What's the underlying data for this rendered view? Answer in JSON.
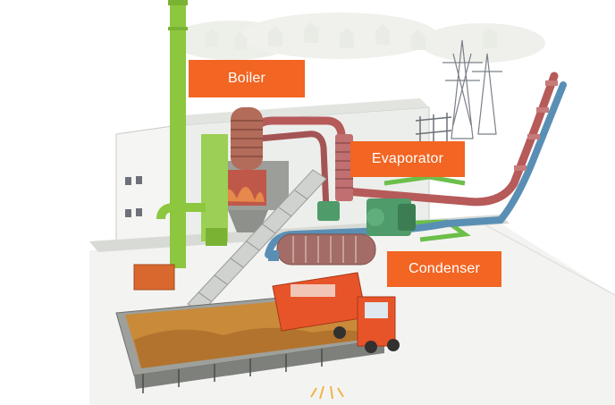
{
  "labels": {
    "boiler": "Boiler",
    "evaporator": "Evaporator",
    "condenser": "Condenser"
  },
  "colors": {
    "label_background": "#f26522",
    "label_text": "#ffffff",
    "chimney": "#8dc63f",
    "red_pipe": "#b65a5a",
    "blue_pipe": "#5a8fb5",
    "green_pipe": "#6cbf4a",
    "truck": "#e8542a",
    "bunker_waste": "#c98a3a"
  },
  "icons": [
    "chimney-icon",
    "boiler-icon",
    "evaporator-icon",
    "condenser-icon",
    "turbine-generator-icon",
    "power-pylon-icon",
    "truck-icon",
    "waste-bunker-icon",
    "conveyor-icon",
    "grab-crane-icon",
    "village-background-icon"
  ]
}
